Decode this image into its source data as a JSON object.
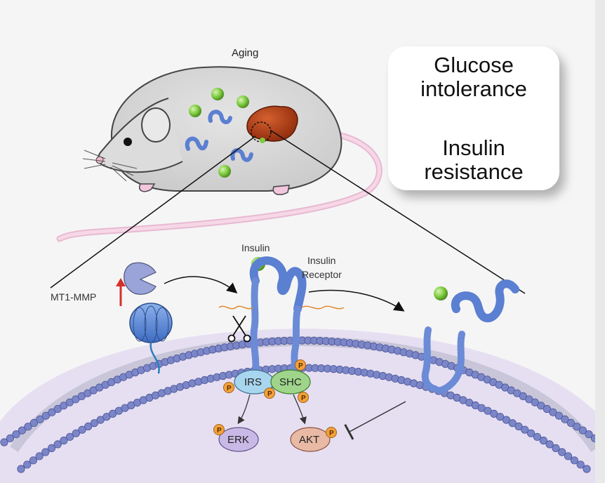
{
  "labels": {
    "aging": "Aging",
    "insulin": "Insulin",
    "insulin_receptor_l1": "Insulin",
    "insulin_receptor_l2": "Receptor",
    "mt1_mmp": "MT1-MMP",
    "irs": "IRS",
    "shc": "SHC",
    "erk": "ERK",
    "akt": "AKT",
    "phospho": "P"
  },
  "callout": {
    "line1": "Glucose",
    "line2": "intolerance",
    "line3": "Insulin",
    "line4": "resistance"
  },
  "colors": {
    "background": "#f5f5f5",
    "mouse_body": "#d8d8d8",
    "tail": "#f2c6dc",
    "liver": "#b23a16",
    "insulin_ball": "#7ccb3c",
    "receptor": "#5b7fd1",
    "membrane_head": "#7b86c9",
    "cytoplasm": "#e6dff2",
    "irs": "#a9d6ef",
    "shc": "#9fd58a",
    "erk": "#c9b9e6",
    "akt": "#e8b9a5",
    "phospho": "#f2a23a",
    "up_arrow": "#d6302a",
    "cleavage_wave": "#e08a2e"
  },
  "icons": [
    "mouse",
    "liver",
    "insulin-ball",
    "insulin-receptor",
    "mt1-mmp-enzyme",
    "scissors-icon",
    "up-arrow-icon",
    "membrane",
    "inhibition-arrow"
  ]
}
